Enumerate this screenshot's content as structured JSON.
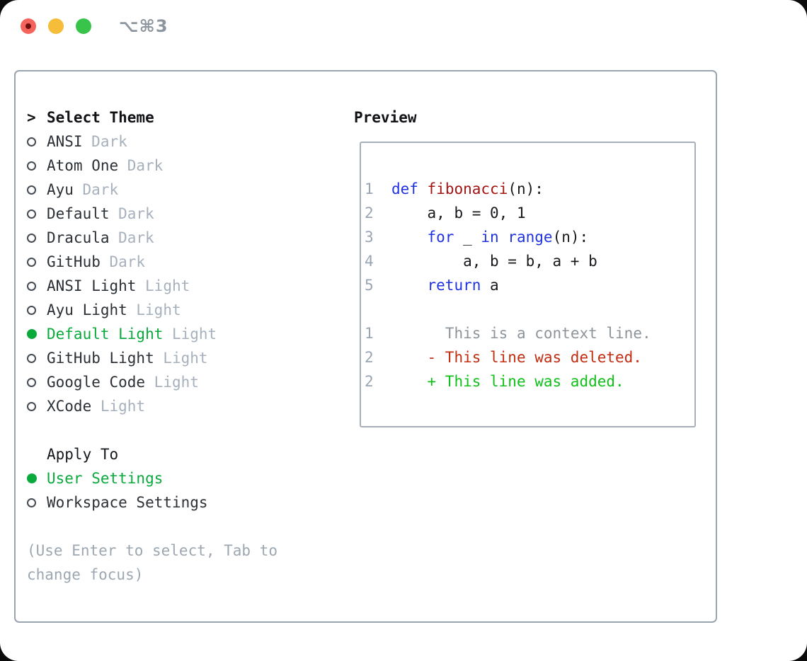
{
  "window": {
    "title": "⌥⌘3"
  },
  "colors": {
    "selected_green": "#0aa93c",
    "keyword_blue": "#2032e2",
    "function_red": "#a31414",
    "deleted_red": "#c22d10",
    "added_green": "#10c019",
    "line_number_gray": "#9aa5b3",
    "context_gray": "#8d949b",
    "inactive_tag_gray": "#a7b1bd",
    "panel_border_gray": "#9aa4ae",
    "traffic_red": "#f4645c",
    "traffic_yellow": "#f5bd39",
    "traffic_green": "#38c44a"
  },
  "theme_panel": {
    "header": {
      "prefix": ">",
      "label": "Select Theme"
    },
    "themes": [
      {
        "name": "ANSI",
        "variant": "Dark",
        "selected": false
      },
      {
        "name": "Atom One",
        "variant": "Dark",
        "selected": false
      },
      {
        "name": "Ayu",
        "variant": "Dark",
        "selected": false
      },
      {
        "name": "Default",
        "variant": "Dark",
        "selected": false
      },
      {
        "name": "Dracula",
        "variant": "Dark",
        "selected": false
      },
      {
        "name": "GitHub",
        "variant": "Dark",
        "selected": false
      },
      {
        "name": "ANSI Light",
        "variant": "Light",
        "selected": false
      },
      {
        "name": "Ayu Light",
        "variant": "Light",
        "selected": false
      },
      {
        "name": "Default Light",
        "variant": "Light",
        "selected": true
      },
      {
        "name": "GitHub Light",
        "variant": "Light",
        "selected": false
      },
      {
        "name": "Google Code",
        "variant": "Light",
        "selected": false
      },
      {
        "name": "XCode",
        "variant": "Light",
        "selected": false
      }
    ],
    "apply_to": {
      "label": "Apply To",
      "options": [
        {
          "name": "User Settings",
          "selected": true
        },
        {
          "name": "Workspace Settings",
          "selected": false
        }
      ]
    },
    "help_text": "(Use Enter to select, Tab to\nchange focus)"
  },
  "preview": {
    "label": "Preview",
    "lines": [
      {
        "segments": [
          {
            "t": "1",
            "c": "lineno"
          },
          {
            "t": "  "
          },
          {
            "t": "def",
            "c": "kw"
          },
          {
            "t": " "
          },
          {
            "t": "fibonacci",
            "c": "fn"
          },
          {
            "t": "(n):"
          }
        ]
      },
      {
        "segments": [
          {
            "t": "2",
            "c": "lineno"
          },
          {
            "t": "      a, b = 0, 1"
          }
        ]
      },
      {
        "segments": [
          {
            "t": "3",
            "c": "lineno"
          },
          {
            "t": "      "
          },
          {
            "t": "for",
            "c": "kw"
          },
          {
            "t": " _ "
          },
          {
            "t": "in",
            "c": "kw"
          },
          {
            "t": " "
          },
          {
            "t": "range",
            "c": "kw"
          },
          {
            "t": "(n):"
          }
        ]
      },
      {
        "segments": [
          {
            "t": "4",
            "c": "lineno"
          },
          {
            "t": "          a, b = b, a + b"
          }
        ]
      },
      {
        "segments": [
          {
            "t": "5",
            "c": "lineno"
          },
          {
            "t": "      "
          },
          {
            "t": "return",
            "c": "kw"
          },
          {
            "t": " a"
          }
        ]
      },
      {
        "segments": []
      },
      {
        "segments": [
          {
            "t": "1",
            "c": "lineno"
          },
          {
            "t": "        "
          },
          {
            "t": "This is a context line.",
            "c": "context"
          }
        ]
      },
      {
        "segments": [
          {
            "t": "2",
            "c": "lineno"
          },
          {
            "t": "      "
          },
          {
            "t": "- This line was deleted.",
            "c": "del"
          }
        ]
      },
      {
        "segments": [
          {
            "t": "2",
            "c": "lineno"
          },
          {
            "t": "      "
          },
          {
            "t": "+ This line was added.",
            "c": "add"
          }
        ]
      }
    ]
  }
}
